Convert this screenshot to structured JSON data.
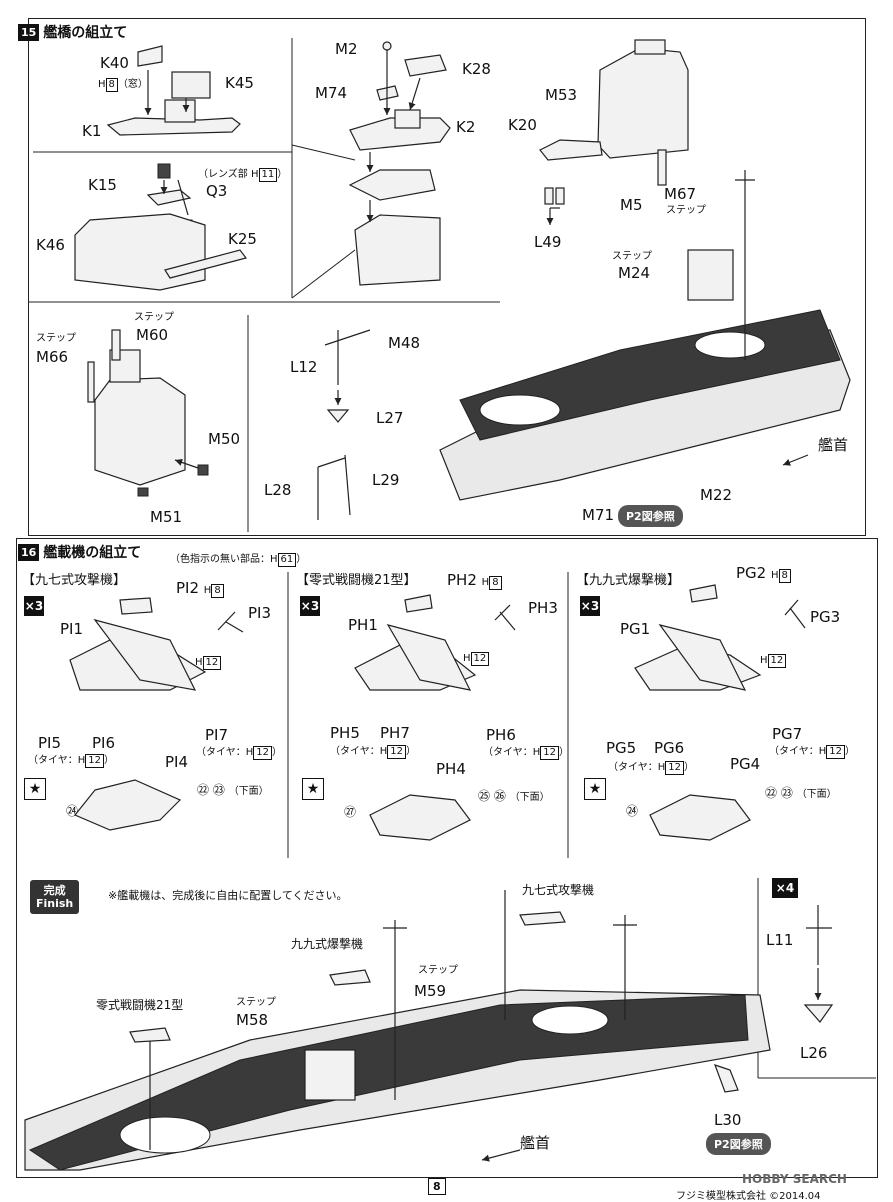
{
  "step15": {
    "num": "15",
    "title": "艦橋の組立て"
  },
  "step16": {
    "num": "16",
    "title": "艦載機の組立て",
    "note": "（色指示の無い部品：H",
    "note_box": "61",
    "note_end": "）"
  },
  "labels15": {
    "K40": "K40",
    "H8": "H",
    "H8box": "8",
    "mado": "（窓）",
    "K45": "K45",
    "K1": "K1",
    "M2": "M2",
    "K28": "K28",
    "M74": "M74",
    "K2": "K2",
    "lens": "（レンズ部 H",
    "lens_box": "11",
    "lens_end": "）",
    "K15": "K15",
    "Q3": "Q3",
    "K46": "K46",
    "K25": "K25",
    "M53": "M53",
    "K20": "K20",
    "M5": "M5",
    "M67": "M67",
    "step_a": "ステップ",
    "L49": "L49",
    "step_b": "ステップ",
    "M24": "M24",
    "step_c": "ステップ",
    "M66": "M66",
    "step_d": "ステップ",
    "M60": "M60",
    "M50": "M50",
    "M51": "M51",
    "M48": "M48",
    "L12": "L12",
    "L27": "L27",
    "L28": "L28",
    "L29": "L29",
    "bow": "艦首",
    "M22": "M22",
    "M71": "M71",
    "p2ref": "P2図参照"
  },
  "planes": [
    {
      "title": "【九七式攻撃機】",
      "qty": "×3",
      "p1": "PI1",
      "p2": "PI2",
      "h8": "H",
      "h8box": "8",
      "p3": "PI3",
      "h12": "H",
      "h12box": "12",
      "p5": "PI5",
      "tire1": "（タイヤ：H",
      "tirebox1": "12",
      "tire_end1": "）",
      "p6": "PI6",
      "p4": "PI4",
      "p7": "PI7",
      "tire2": "（タイヤ：H",
      "tirebox2": "12",
      "tire_end2": "）",
      "dec_a": "㉒",
      "dec_b": "㉓",
      "dec_under": "（下面）",
      "dec_c": "㉔"
    },
    {
      "title": "【零式戦闘機21型】",
      "qty": "×3",
      "p1": "PH1",
      "p2": "PH2",
      "h8": "H",
      "h8box": "8",
      "p3": "PH3",
      "h12": "H",
      "h12box": "12",
      "p5": "PH5",
      "tire1": "（タイヤ：H",
      "tirebox1": "12",
      "tire_end1": "）",
      "p7": "PH7",
      "p4": "PH4",
      "p6": "PH6",
      "tire2": "（タイヤ：H",
      "tirebox2": "12",
      "tire_end2": "）",
      "dec_a": "㉕",
      "dec_b": "㉖",
      "dec_under": "（下面）",
      "dec_c": "㉗"
    },
    {
      "title": "【九九式爆撃機】",
      "qty": "×3",
      "p1": "PG1",
      "p2": "PG2",
      "h8": "H",
      "h8box": "8",
      "p3": "PG3",
      "h12": "H",
      "h12box": "12",
      "p5": "PG5",
      "tire1": "（タイヤ：H",
      "tirebox1": "12",
      "tire_end1": "）",
      "p6": "PG6",
      "p4": "PG4",
      "p7": "PG7",
      "tire2": "（タイヤ：H",
      "tirebox2": "12",
      "tire_end2": "）",
      "dec_a": "㉒",
      "dec_b": "㉓",
      "dec_under": "（下面）",
      "dec_c": "㉔"
    }
  ],
  "finish": {
    "badge_jp": "完成",
    "badge_en": "Finish",
    "note": "※艦載機は、完成後に自由に配置してください。",
    "kate": "九七式攻撃機",
    "val": "九九式爆撃機",
    "zero": "零式戦闘機21型",
    "step_a": "ステップ",
    "M59": "M59",
    "step_b": "ステップ",
    "M58": "M58",
    "L30": "L30",
    "p2ref": "P2図参照",
    "bow": "艦首",
    "qty": "×4",
    "L11": "L11",
    "L26": "L26"
  },
  "footer": {
    "page": "8",
    "company": "フジミ模型株式会社 ©2014.04",
    "watermark": "HOBBY SEARCH"
  }
}
